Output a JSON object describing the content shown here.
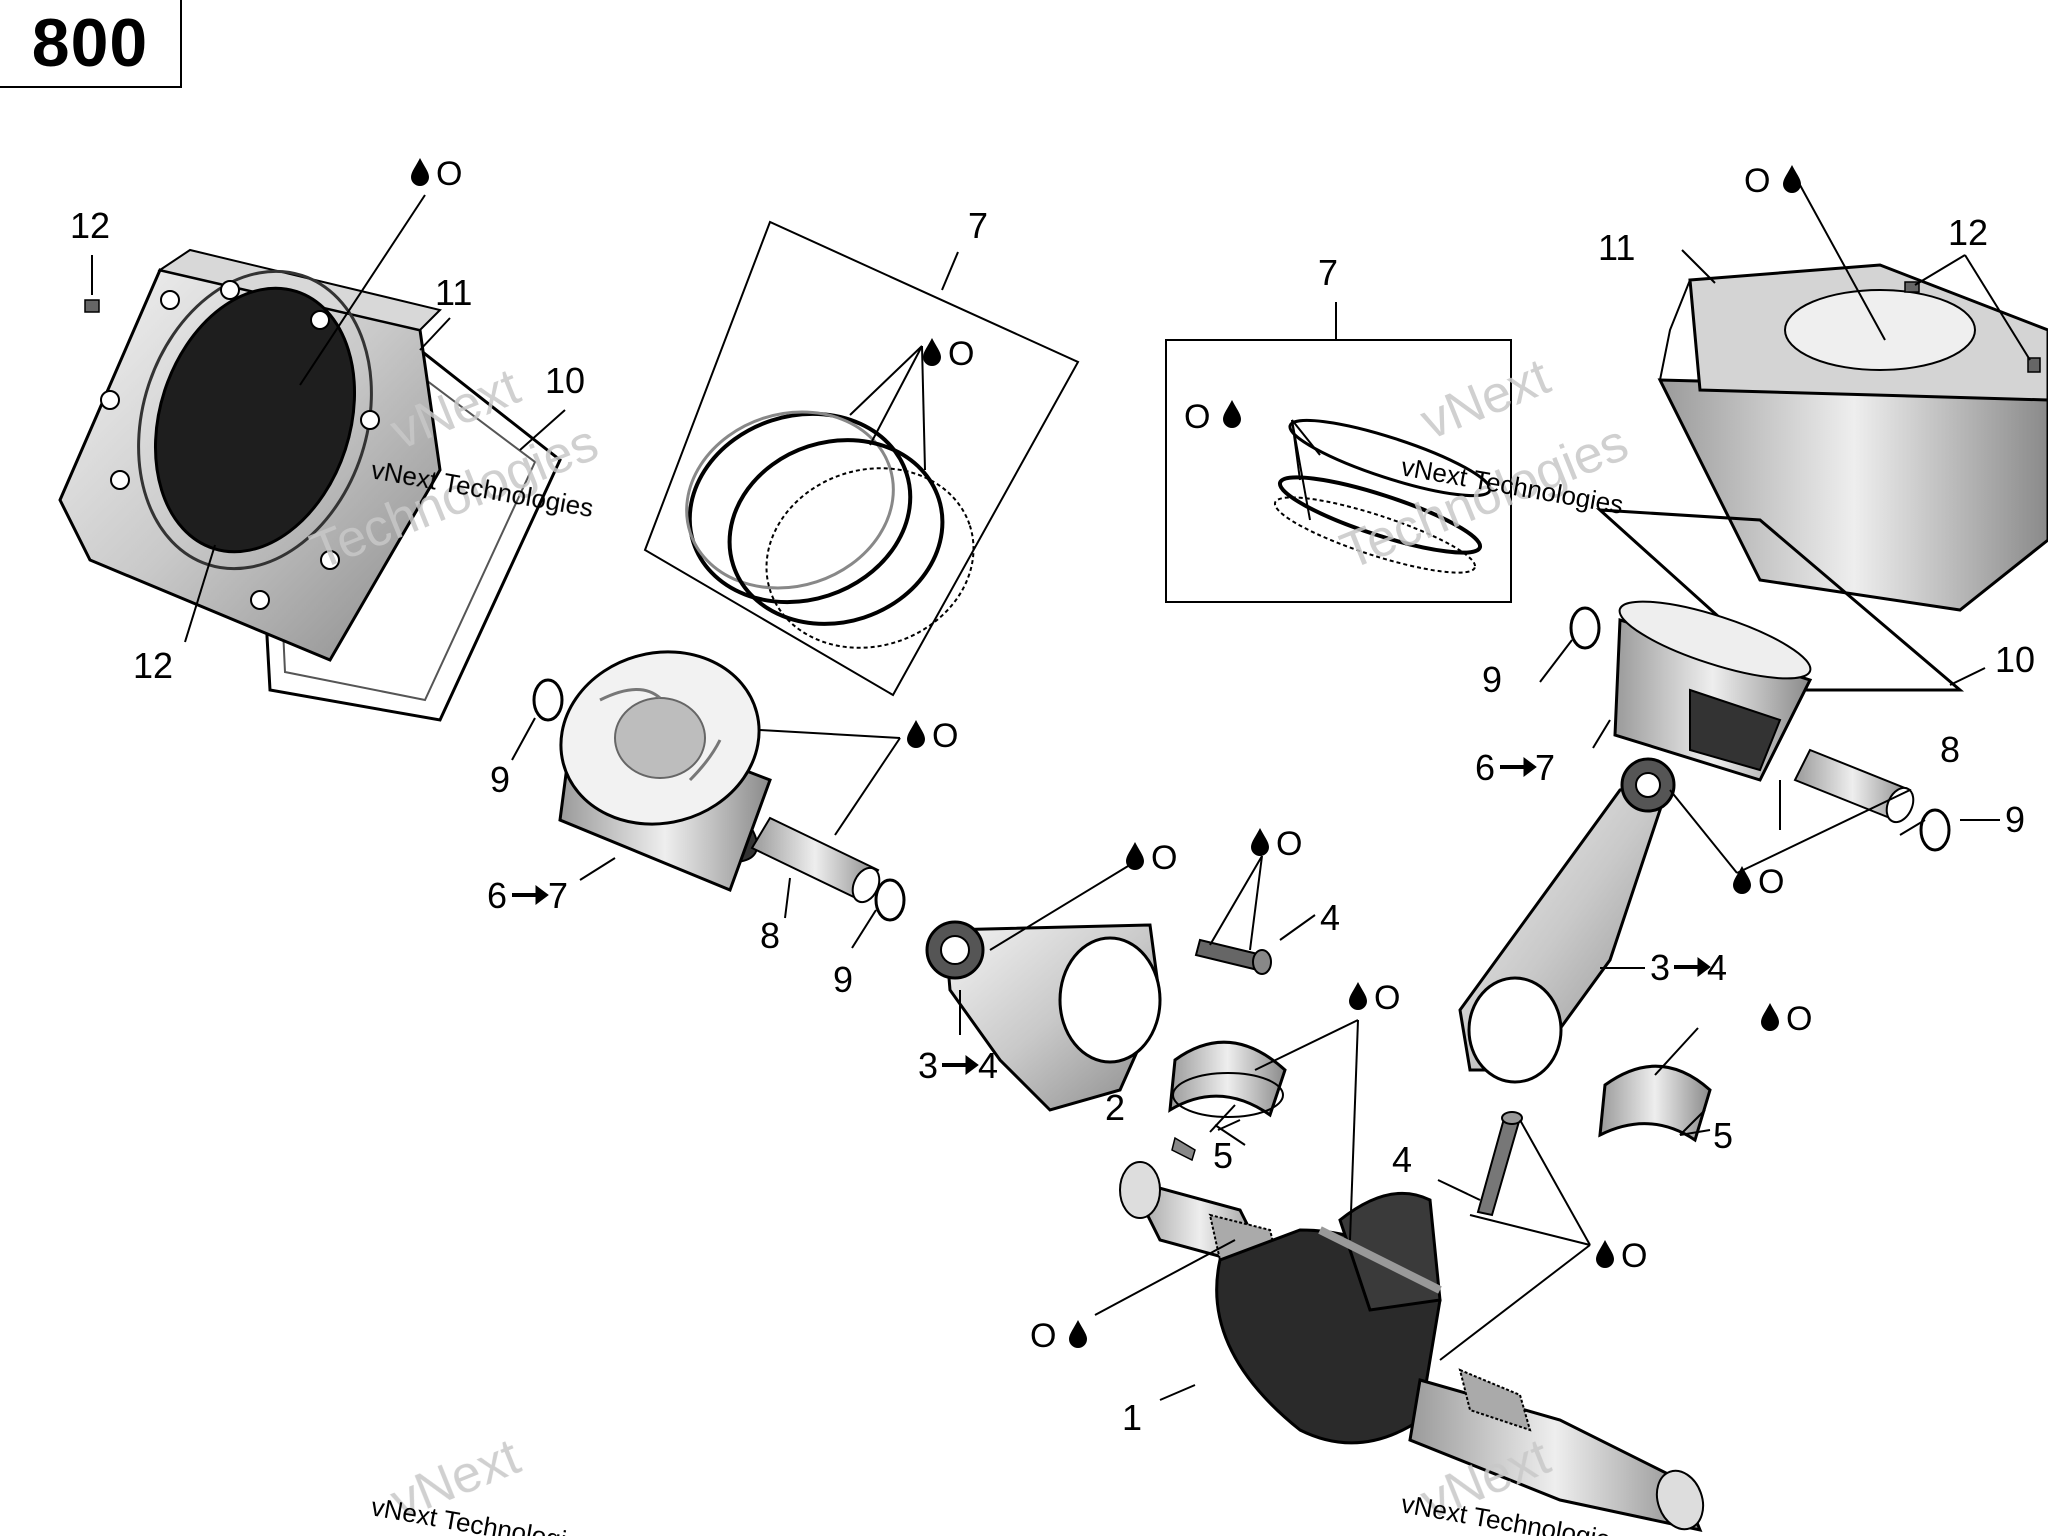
{
  "model": {
    "label": "800"
  },
  "watermark": {
    "big": "vNext",
    "big2": "Technologies",
    "small": "vNext Technologies"
  },
  "lube": {
    "symbol": "O"
  },
  "callouts": {
    "left": {
      "n12a": "12",
      "n11": "11",
      "n10": "10",
      "n12b": "12",
      "n7": "7",
      "n9a": "9",
      "n6": "6",
      "n7b": "7",
      "n8": "8",
      "n9b": "9",
      "n3": "3",
      "n4a": "4",
      "n4b": "4",
      "n2": "2",
      "n5": "5",
      "n1": "1"
    },
    "right": {
      "n7": "7",
      "n11": "11",
      "n12": "12",
      "n10": "10",
      "n9a": "9",
      "n6": "6",
      "n7b": "7",
      "n8": "8",
      "n9b": "9",
      "n3": "3",
      "n4a": "4",
      "n4": "4",
      "n5": "5"
    }
  },
  "colors": {
    "ink": "#000000",
    "part_light": "#e6e6e6",
    "part_mid": "#b5b5b5",
    "part_dark": "#555555",
    "watermark": "#c8c8c8"
  }
}
